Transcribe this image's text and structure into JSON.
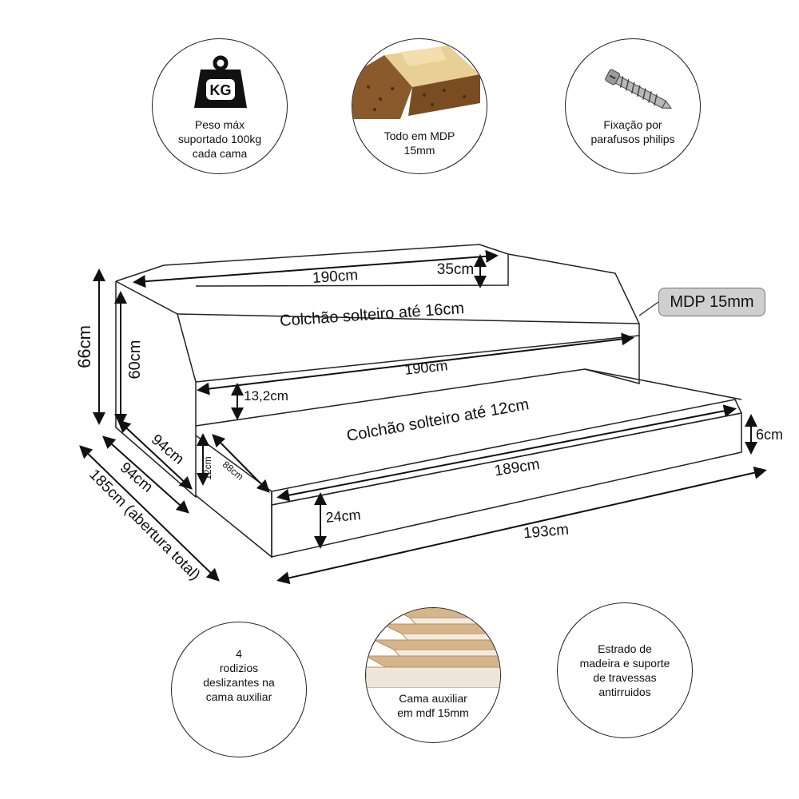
{
  "features_top": [
    {
      "text": "Peso máx\nsuportado 100kg\ncada cama",
      "icon": "weight-kg-icon",
      "icon_text": "KG"
    },
    {
      "text": "Todo em MDP\n15mm",
      "icon": "mdp-board-icon"
    },
    {
      "text": "Fixação por\nparafusos philips",
      "icon": "screw-icon"
    }
  ],
  "features_bottom": [
    {
      "text": "4\nrodizios\ndeslizantes na\ncama auxiliar"
    },
    {
      "text": "Cama auxiliar\nem mdf 15mm",
      "icon": "mdf-layers-icon"
    },
    {
      "text": "Estrado de\nmadeira e suporte\nde travessas\nantirruidos"
    }
  ],
  "callout": "MDP 15mm",
  "dimensions": {
    "total_height": "66cm",
    "side_height": "60cm",
    "top_length": "190cm",
    "backrest": "35cm",
    "mattress_top": "Colchão solteiro até 16cm",
    "inner_length": "190cm",
    "gap": "13,2cm",
    "mattress_bottom": "Colchão solteiro até 12cm",
    "trundle_top": "6cm",
    "trundle_length": "189cm",
    "trundle_height": "24cm",
    "overall_length": "193cm",
    "depth_side": "94cm",
    "depth_base": "94cm",
    "open_total": "185cm (abertura total)",
    "trundle_depth": "88cm",
    "trundle_clearance": "12cm"
  }
}
